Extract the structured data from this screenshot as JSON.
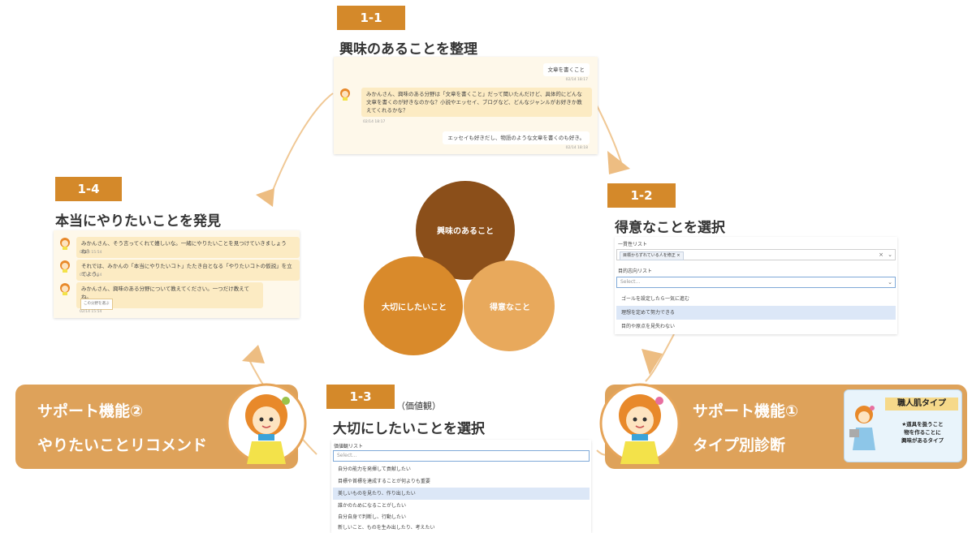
{
  "colors": {
    "accent": "#d4892a",
    "venn_dark": "#8b4f1a",
    "venn_mid": "#d98a2b",
    "venn_light": "#e8a95c",
    "support_bg": "#dea25a",
    "chat_bg": "#fef8ea"
  },
  "step1": {
    "badge": "1-1",
    "title": "興味のあることを整理",
    "chat": [
      {
        "role": "user",
        "text": "文章を書くこと",
        "time": "02/14 18:17"
      },
      {
        "role": "bot",
        "text": "みかんさん、興味のある分野は「文章を書くこと」だって聞いたんだけど、具体的にどんな文章を書くのが好きなのかな？小説やエッセイ、ブログなど、どんなジャンルがお好きか教えてくれるかな？",
        "time": "02/14 18:17"
      },
      {
        "role": "user",
        "text": "エッセイも好きだし、物語のような文章を書くのも好き。",
        "time": "02/14 18:18"
      }
    ]
  },
  "step2": {
    "badge": "1-2",
    "title": "得意なことを選択",
    "list1_label": "一貫性リスト",
    "list1_tag": "目標からずれている人を修正 ×",
    "list1_clear": "×",
    "list2_label": "目的志向リスト",
    "list2_placeholder": "Select...",
    "options": [
      "ゴールを設定したら一気に進む",
      "理想を定めて努力できる",
      "目的や原点を見失わない"
    ]
  },
  "step3": {
    "badge": "1-3",
    "subtitle": "（価値観）",
    "title": "大切にしたいことを選択",
    "list_label": "価値観リスト",
    "placeholder": "Select...",
    "options": [
      "自分の能力を発揮して貢献したい",
      "目標や首標を達成することが何よりも重要",
      "美しいものを見たり、作り出したい",
      "誰かのためになることがしたい",
      "自分自身で判断し、行動したい",
      "新しいこと、ものを生み出したり、考えたい"
    ]
  },
  "step4": {
    "badge": "1-4",
    "title": "本当にやりたいことを発見",
    "chat": [
      {
        "text": "みかんさん、そう言ってくれて嬉しいな。一緒にやりたいことを見つけていきましょうね！",
        "time": "02/14 15:54"
      },
      {
        "text": "それでは、みかんの「本当にやりたいコト」たたき台となる「やりたいコトの仮説」を立てよう。",
        "time": "02/14 15:54"
      },
      {
        "text": "みかんさん、興味のある分野について教えてください。一つだけ教えてね。",
        "time": "02/14 15:54"
      }
    ],
    "button": "この分野を選ぶ"
  },
  "venn": {
    "top": "興味のあること",
    "left": "大切にしたいこと",
    "right": "得意なこと"
  },
  "support_left": {
    "line1": "サポート機能②",
    "line2": "やりたいことリコメンド"
  },
  "support_right": {
    "line1": "サポート機能①",
    "line2": "タイプ別診断"
  },
  "type_card": {
    "title": "職人肌タイプ",
    "desc1": "★道具を扱うこと",
    "desc2": "物を作ることに",
    "desc3": "興味があるタイプ"
  }
}
